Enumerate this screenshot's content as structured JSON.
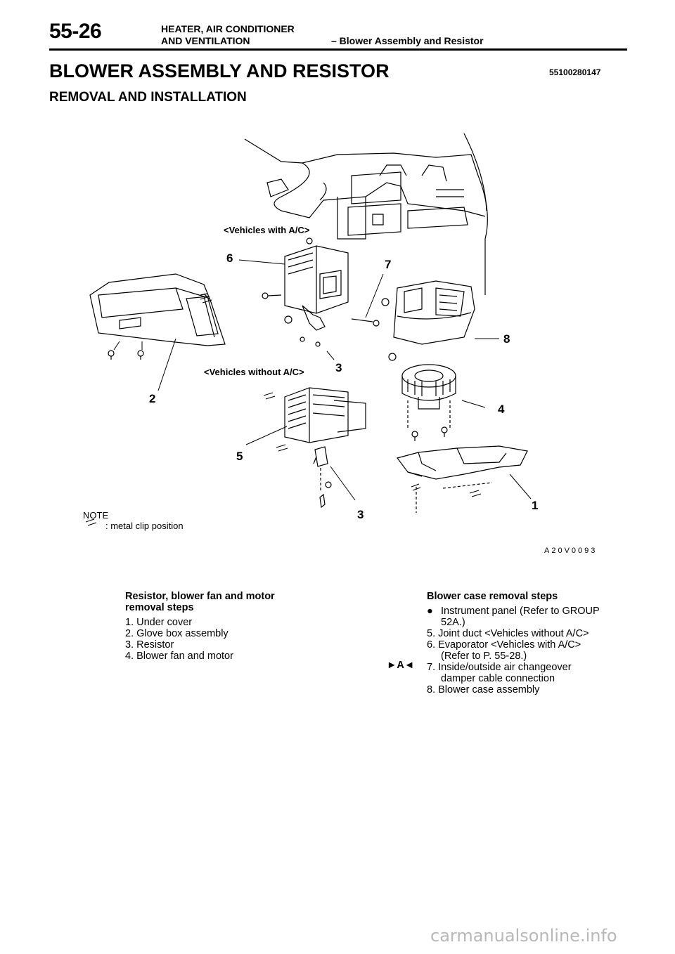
{
  "header": {
    "page_number": "55-26",
    "section_line1": "HEATER, AIR CONDITIONER",
    "section_line2": "AND VENTILATION",
    "section_topic": "– Blower Assembly and Resistor"
  },
  "title": "BLOWER ASSEMBLY AND RESISTOR",
  "doc_number": "55100280147",
  "subtitle": "REMOVAL AND INSTALLATION",
  "figure": {
    "label_with_ac": "<Vehicles with A/C>",
    "label_without_ac": "<Vehicles without A/C>",
    "callouts": [
      "6",
      "7",
      "8",
      "3",
      "2",
      "4",
      "5",
      "1",
      "3"
    ],
    "note_title": "NOTE",
    "note_text": ": metal clip position",
    "figure_code": "A20V0093",
    "icons": [
      "metal-clip-icon"
    ]
  },
  "left_column": {
    "heading": "Resistor, blower fan and motor removal steps",
    "steps": [
      "1. Under cover",
      "2. Glove box assembly",
      "3. Resistor",
      "4. Blower fan and motor"
    ]
  },
  "right_column": {
    "heading": "Blower case removal steps",
    "bullet_symbol": "●",
    "bullet_line1": "Instrument panel (Refer to GROUP",
    "bullet_line2": "52A.)",
    "step5": "5. Joint duct <Vehicles without A/C>",
    "step6_line1": "6. Evaporator <Vehicles with A/C>",
    "step6_line2": "(Refer to P. 55-28.)",
    "step7_line1": "7. Inside/outside air changeover",
    "step7_line2": "damper cable connection",
    "step8": "8. Blower case assembly",
    "procedure_mark": "►A◄"
  },
  "watermark": "carmanualsonline.info"
}
